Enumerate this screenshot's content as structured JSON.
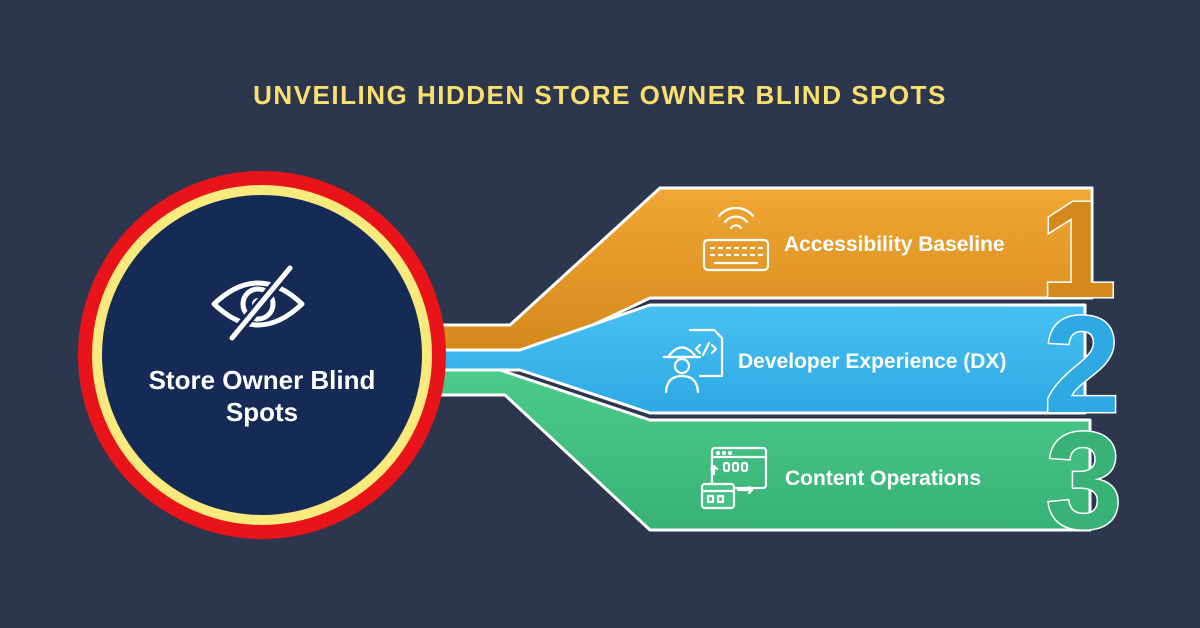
{
  "title": "UNVEILING HIDDEN STORE OWNER BLIND SPOTS",
  "hub": {
    "label": "Store Owner Blind Spots",
    "icon": "eye-slash-icon"
  },
  "branches": [
    {
      "number": "1",
      "label": "Accessibility Baseline",
      "icon": "keyboard-wireless-icon",
      "color": "#e59a25"
    },
    {
      "number": "2",
      "label": "Developer Experience (DX)",
      "icon": "developer-code-icon",
      "color": "#3cb8ee"
    },
    {
      "number": "3",
      "label": "Content Operations",
      "icon": "content-workflow-icon",
      "color": "#44c184"
    }
  ],
  "colors": {
    "background": "#2c364d",
    "title": "#fbe06f",
    "hub_fill": "#152a55",
    "ring_red": "#e8141a",
    "ring_yellow": "#f8ea7d"
  }
}
